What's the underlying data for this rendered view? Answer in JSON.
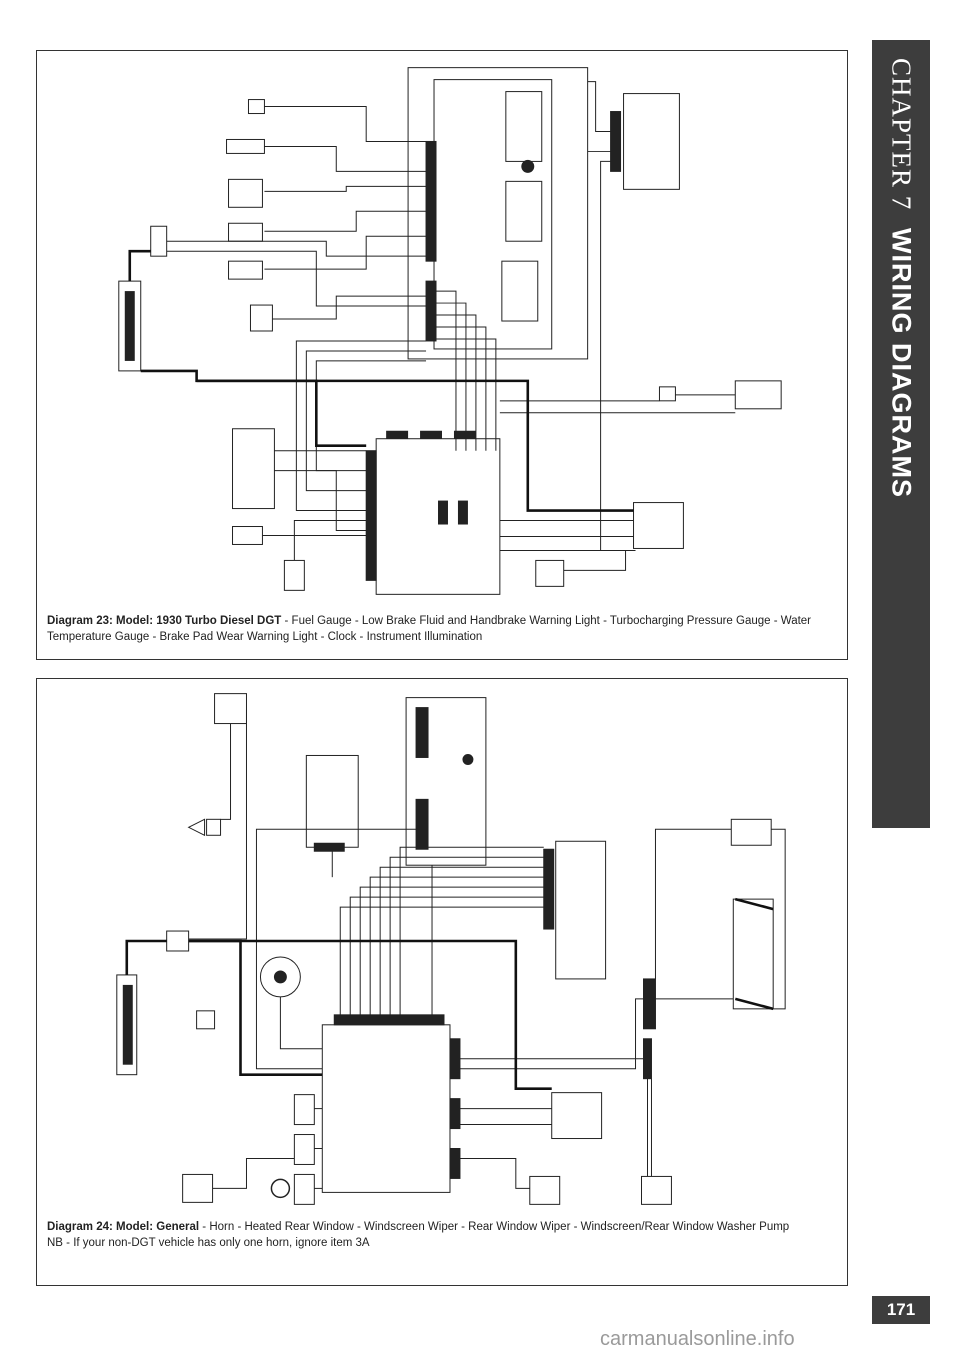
{
  "side_tab": {
    "chapter": "CHAPTER 7",
    "section": "WIRING DIAGRAMS"
  },
  "page_number": "171",
  "watermark": "carmanualsonline.info",
  "diagram23": {
    "title": "Diagram 23: Model: 1930 Turbo Diesel DGT",
    "description": " - Fuel Gauge - Low Brake Fluid and Handbrake Warning Light - Turbocharging Pressure Gauge - Water Temperature Gauge - Brake Pad Wear Warning Light - Clock - Instrument Illumination"
  },
  "diagram24": {
    "title": "Diagram 24: Model: General",
    "description": " - Horn - Heated Rear Window - Windscreen Wiper - Rear Window Wiper - Windscreen/Rear Window Washer Pump",
    "note": "NB - If your non-DGT vehicle has only one horn, ignore item 3A"
  },
  "colors": {
    "tab_bg": "#3d3d3d",
    "line": "#222222"
  }
}
